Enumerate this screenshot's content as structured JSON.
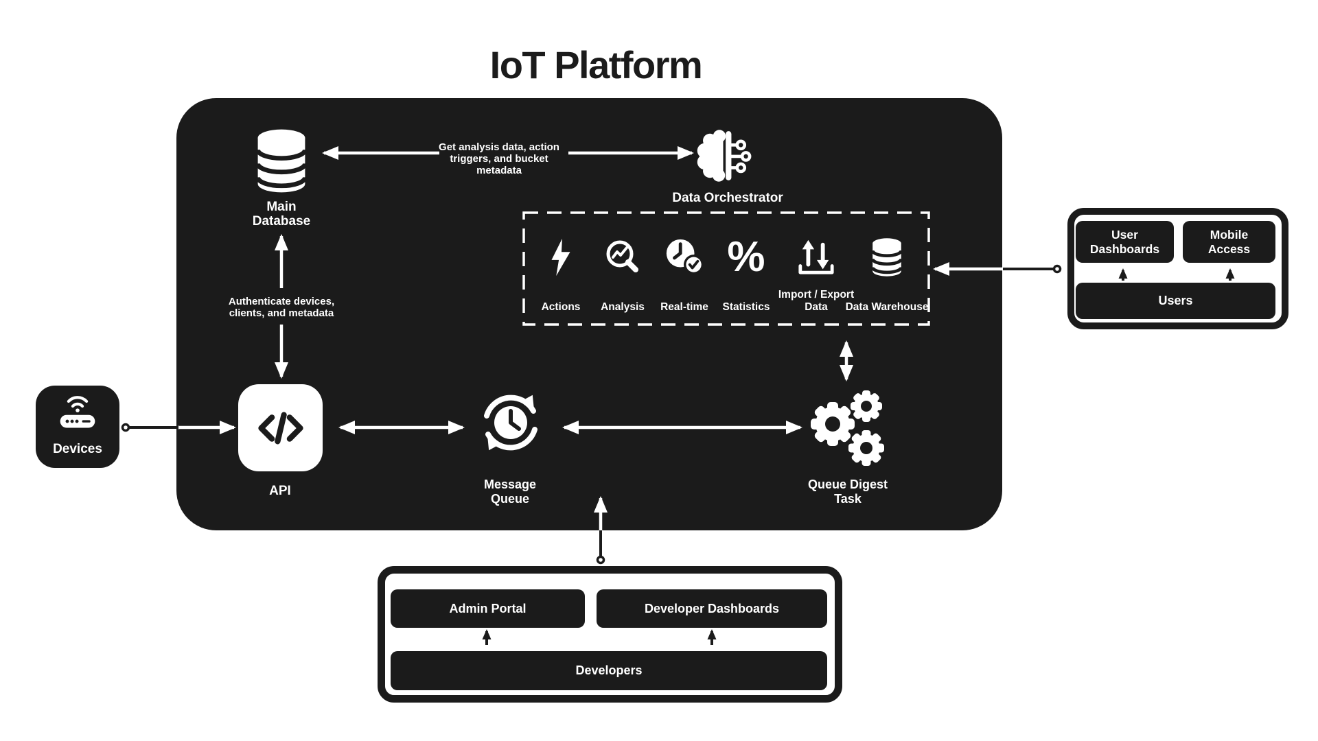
{
  "title": "IoT Platform",
  "colors": {
    "ink": "#1b1b1b",
    "paper": "#ffffff"
  },
  "platform": {
    "main_database": {
      "label": "Main Database",
      "icon": "database-icon"
    },
    "data_orchestrator": {
      "label": "Data Orchestrator",
      "icon": "brain-circuit-icon"
    },
    "api": {
      "label": "API",
      "icon": "code-icon"
    },
    "message_queue": {
      "label": "Message Queue",
      "icon": "sync-clock-icon"
    },
    "queue_digest_task": {
      "label": "Queue Digest Task",
      "icon": "gears-icon"
    },
    "capabilities": [
      {
        "label": "Actions",
        "icon": "lightning-icon"
      },
      {
        "label": "Analysis",
        "icon": "chart-magnifier-icon"
      },
      {
        "label": "Real-time",
        "icon": "clock-check-icon"
      },
      {
        "label": "Statistics",
        "icon": "percent-icon",
        "glyph": "%"
      },
      {
        "label": "Import / Export Data",
        "icon": "import-export-icon"
      },
      {
        "label": "Data Warehouse",
        "icon": "database-icon"
      }
    ]
  },
  "external": {
    "devices": {
      "label": "Devices",
      "icon": "router-wifi-icon"
    },
    "users_panel": {
      "tops": [
        "User Dashboards",
        "Mobile Access"
      ],
      "base": "Users"
    },
    "developers_panel": {
      "tops": [
        "Admin Portal",
        "Developer Dashboards"
      ],
      "base": "Developers"
    }
  },
  "annotations": {
    "db_orchestrator": "Get analysis data, action triggers, and bucket metadata",
    "db_api": "Authenticate devices, clients, and metadata"
  }
}
